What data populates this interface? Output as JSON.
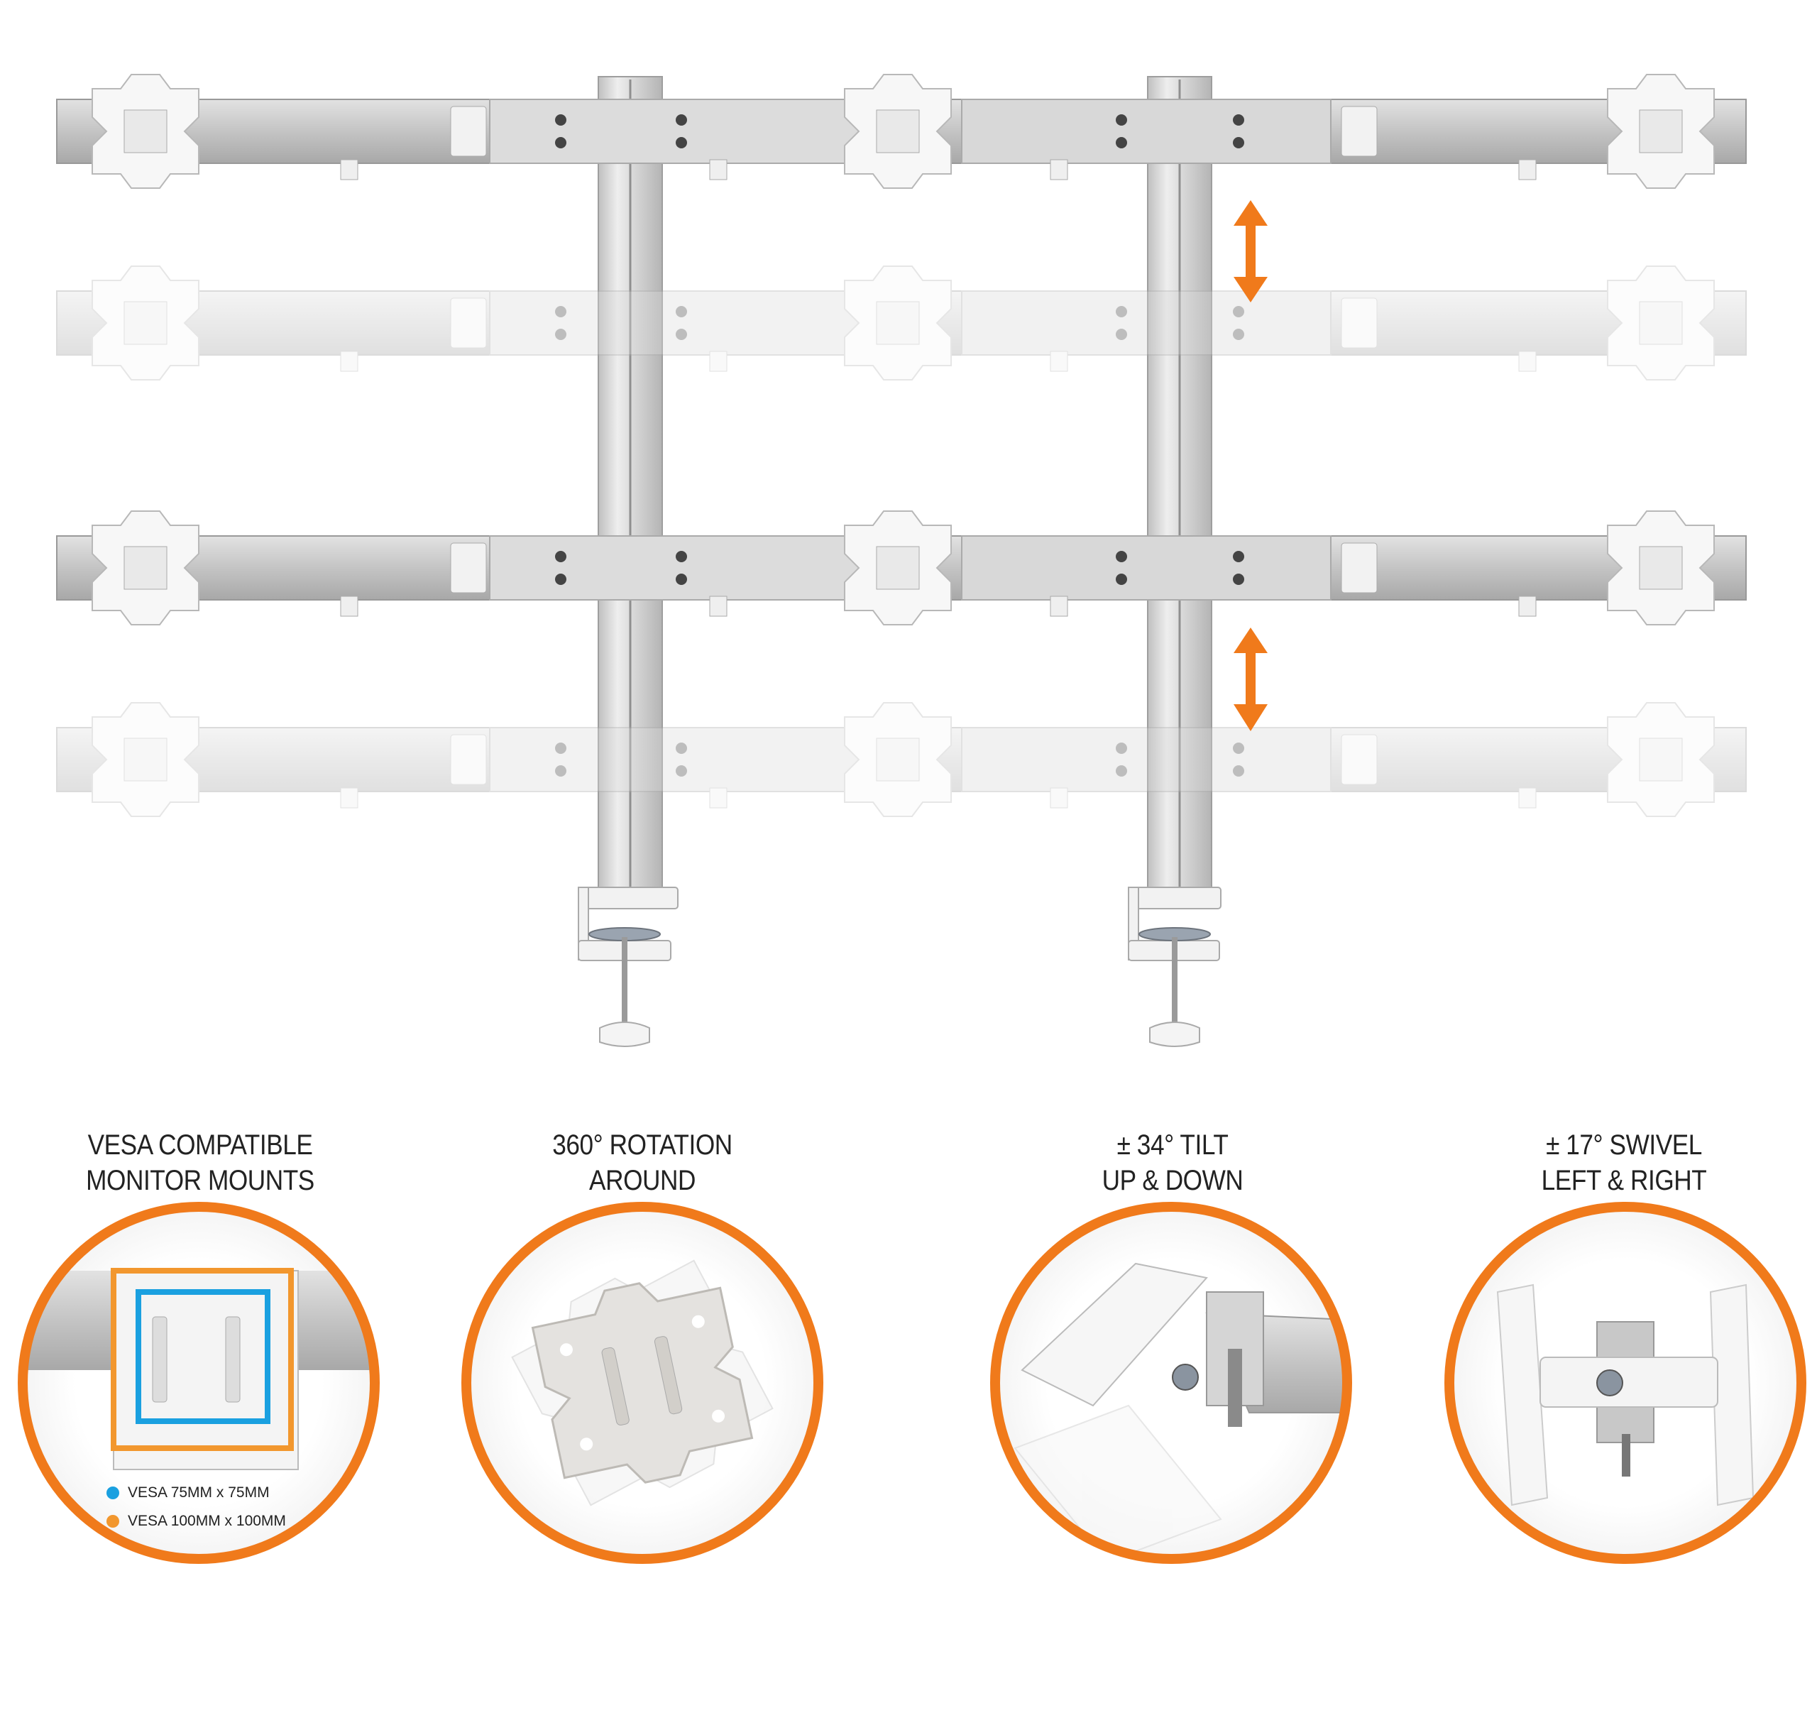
{
  "colors": {
    "accent_orange": "#f07a1b",
    "vesa_blue": "#1aa0e0",
    "bar_gray": "#b5b5b5",
    "bar_light": "#d6d6d6",
    "plate_white": "#f7f7f7"
  },
  "features": [
    {
      "line1": "VESA COMPATIBLE",
      "line2": "MONITOR MOUNTS"
    },
    {
      "line1": "360° ROTATION",
      "line2": "AROUND"
    },
    {
      "line1": "± 34° TILT",
      "line2": "UP & DOWN"
    },
    {
      "line1": "± 17° SWIVEL",
      "line2": "LEFT & RIGHT"
    }
  ],
  "legend": [
    {
      "label": "VESA 75MM x 75MM",
      "color": "#1aa0e0"
    },
    {
      "label": "VESA 100MM x 100MM",
      "color": "#f2972e"
    }
  ],
  "icons": {
    "height_adjust": "double-arrow-vertical-icon",
    "clamp": "desk-clamp-icon"
  }
}
